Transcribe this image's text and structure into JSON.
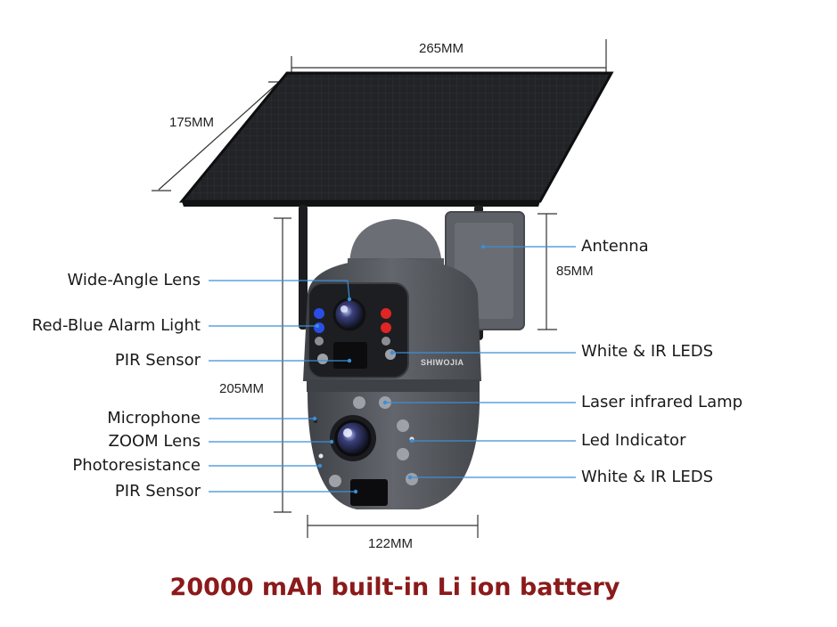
{
  "dimensions": {
    "width": "265MM",
    "depth": "175MM",
    "antenna_height": "85MM",
    "camera_height": "205MM",
    "camera_width": "122MM"
  },
  "left_labels": [
    "Wide-Angle Lens",
    "Red-Blue Alarm Light",
    "PIR Sensor",
    "Microphone",
    "ZOOM Lens",
    "Photoresistance",
    "PIR Sensor"
  ],
  "right_labels": [
    "Antenna",
    "White & IR LEDS",
    "Laser infrared Lamp",
    "Led Indicator",
    "White & IR LEDS"
  ],
  "brand": "SHIWOJIA",
  "caption": "20000 mAh built-in Li ion battery",
  "colors": {
    "leader_line": "#3a8fd8",
    "caption": "#8b1a1a",
    "alarm_red": "#e02020",
    "alarm_blue": "#2040e0",
    "body": "#56595f",
    "panel": "#1c1d20"
  }
}
